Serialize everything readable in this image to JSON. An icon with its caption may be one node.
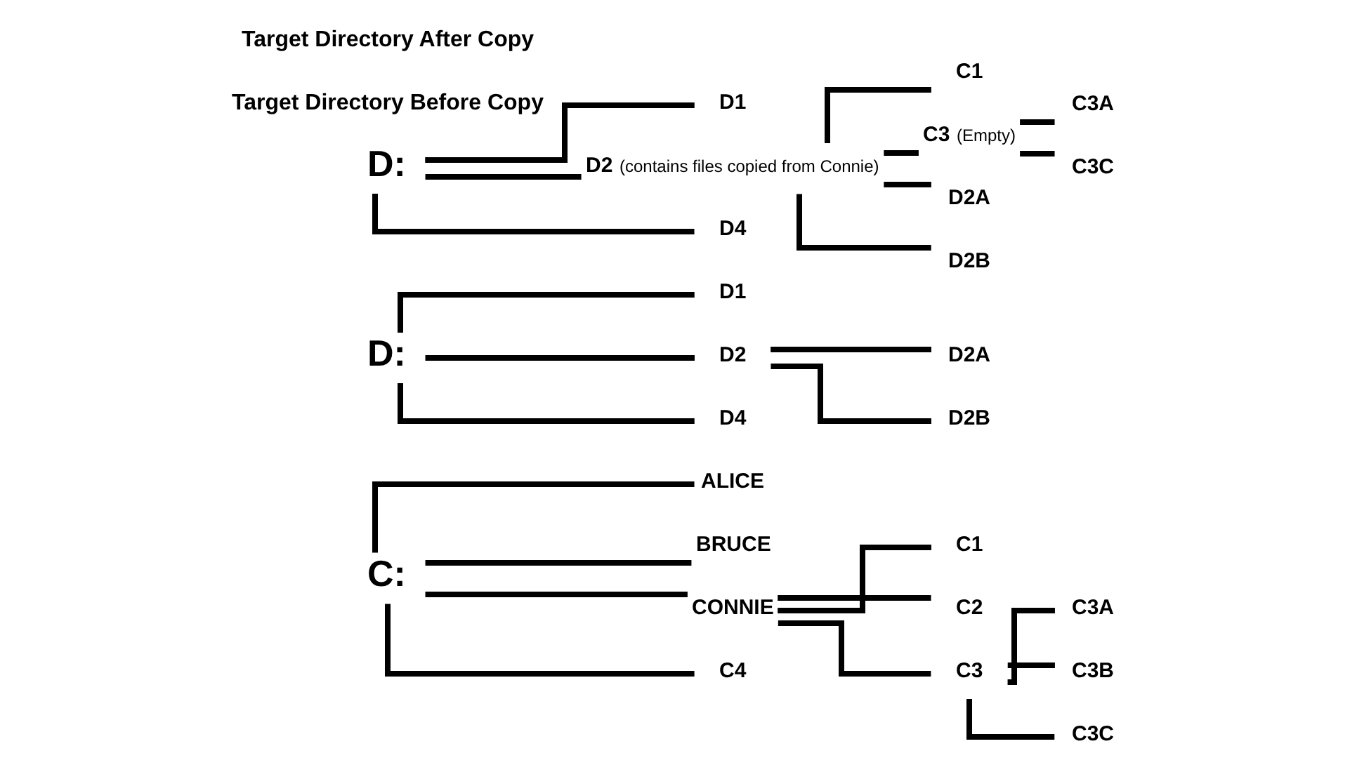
{
  "diagram": {
    "nodes": [
      {
        "text": [
          "C:"
        ]
      },
      {
        "text": [
          "ALICE"
        ]
      },
      {
        "text": [
          "BRUCE"
        ]
      },
      {
        "text": [
          "CONNIE"
        ]
      },
      {
        "text": [
          "C1"
        ]
      },
      {
        "text": [
          "C2"
        ]
      },
      {
        "text": [
          "C3"
        ]
      },
      {
        "text": [
          "C3A"
        ]
      },
      {
        "text": [
          "C3B"
        ]
      },
      {
        "text": [
          "C3C"
        ]
      },
      {
        "text": [
          "C4"
        ]
      },
      {
        "text": [
          "D:"
        ]
      },
      {
        "text": [
          "D1"
        ]
      },
      {
        "text": [
          "D2"
        ]
      },
      {
        "text": [
          "D2A"
        ]
      },
      {
        "text": [
          "D2B"
        ]
      },
      {
        "text": [
          "D4"
        ]
      },
      {
        "text": [
          "D:"
        ]
      },
      {
        "text": [
          "D1"
        ]
      },
      {
        "text": [
          "D2"
        ],
        "beside": [
          "(contains files copied from Connie)"
        ]
      },
      {
        "text": [
          "C1"
        ]
      },
      {
        "text": [
          "C3"
        ],
        "beside": [
          "(Empty)"
        ]
      },
      {
        "text": [
          "C3A"
        ]
      },
      {
        "text": [
          "C3C"
        ]
      },
      {
        "text": [
          "D2A"
        ]
      },
      {
        "text": [
          "D2B"
        ]
      },
      {
        "text": [
          "D4"
        ]
      }
    ],
    "edges": [
      {
        "from": 0,
        "to": 1,
        "arrow": "none"
      },
      {
        "from": 0,
        "to": 2,
        "arrow": "none"
      },
      {
        "from": 0,
        "to": 3,
        "arrow": "none"
      },
      {
        "from": 3,
        "to": 4,
        "arrow": "none"
      },
      {
        "from": 3,
        "to": 5,
        "arrow": "none"
      },
      {
        "from": 3,
        "to": 6,
        "arrow": "none"
      },
      {
        "from": 6,
        "to": 7,
        "arrow": "none"
      },
      {
        "from": 6,
        "to": 8,
        "arrow": "none"
      },
      {
        "from": 6,
        "to": 9,
        "arrow": "none"
      },
      {
        "from": 0,
        "to": 10,
        "arrow": "none"
      },
      {
        "from": 11,
        "to": 12,
        "arrow": "none"
      },
      {
        "from": 11,
        "to": 13,
        "arrow": "none"
      },
      {
        "from": 13,
        "to": 14,
        "arrow": "none"
      },
      {
        "from": 13,
        "to": 15,
        "arrow": "none"
      },
      {
        "from": 11,
        "to": 16,
        "arrow": "none"
      },
      {
        "from": 17,
        "to": 18,
        "arrow": "none"
      },
      {
        "from": 17,
        "to": 19,
        "arrow": "none"
      },
      {
        "from": 19,
        "to": 20,
        "arrow": "none"
      },
      {
        "from": 19,
        "to": 21,
        "arrow": "none"
      },
      {
        "from": 21,
        "to": 22,
        "arrow": "none"
      },
      {
        "from": 21,
        "to": 23,
        "arrow": "none"
      },
      {
        "from": 19,
        "to": 24,
        "arrow": "none"
      },
      {
        "from": 19,
        "to": 25,
        "arrow": "none"
      },
      {
        "from": 17,
        "to": 26,
        "arrow": "none"
      }
    ],
    "labels": [
      "Target Directory Before Copy",
      "Target Directory After Copy"
    ]
  }
}
